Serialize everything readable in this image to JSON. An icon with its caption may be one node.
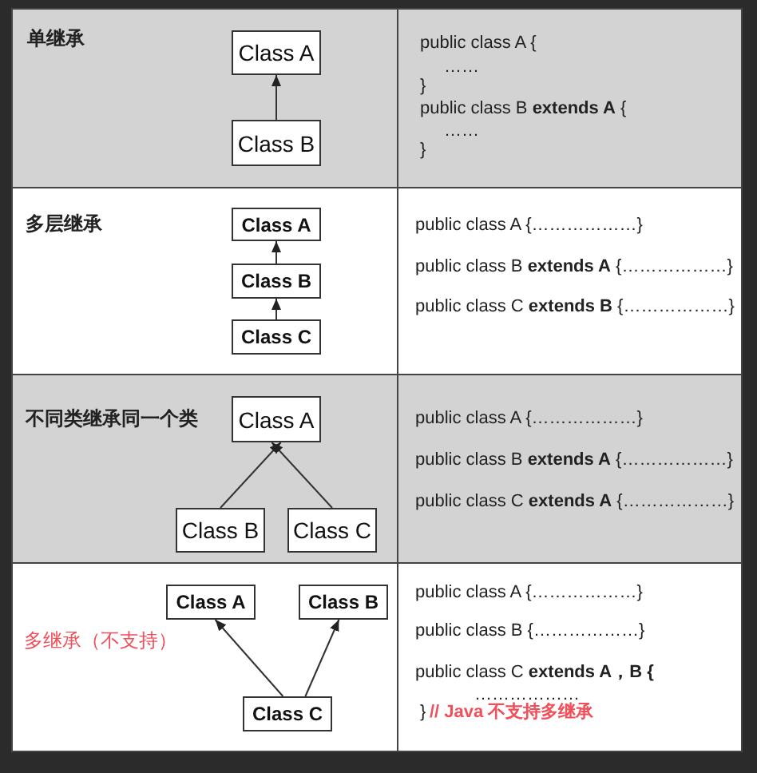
{
  "diagram": {
    "nodes": [
      {
        "text": [
          "Class A"
        ]
      },
      {
        "text": [
          "Class B"
        ]
      },
      {
        "text": [
          "Class A"
        ]
      },
      {
        "text": [
          "Class B"
        ]
      },
      {
        "text": [
          "Class C"
        ]
      },
      {
        "text": [
          "Class A"
        ]
      },
      {
        "text": [
          "Class B"
        ]
      },
      {
        "text": [
          "Class C"
        ]
      },
      {
        "text": [
          "Class A"
        ]
      },
      {
        "text": [
          "Class B"
        ]
      },
      {
        "text": [
          "Class C"
        ]
      }
    ],
    "edges": [
      {
        "from": 1,
        "to": 0,
        "arrow": "to"
      },
      {
        "from": 3,
        "to": 2,
        "arrow": "to"
      },
      {
        "from": 4,
        "to": 3,
        "arrow": "to"
      },
      {
        "from": 6,
        "to": 5,
        "arrow": "to"
      },
      {
        "from": 7,
        "to": 5,
        "arrow": "to"
      },
      {
        "from": 10,
        "to": 8,
        "arrow": "to"
      },
      {
        "from": 10,
        "to": 9,
        "arrow": "to"
      }
    ],
    "labels": [
      "单继承",
      "public class A {",
      "……",
      "}",
      "public class B **extends A** {",
      "……",
      "}",
      "多层继承",
      "public class A {………………}",
      "public class B **extends A** {………………}",
      "public class C **extends B** {………………}",
      "不同类继承同一个类",
      "public class A {………………}",
      "public class B **extends A** {………………}",
      "public class C **extends A** {………………}",
      "多继承（不支持）",
      "public class A {………………}",
      "public class B {………………}",
      "public class C **extends A，B {**",
      "………………",
      "}",
      "// Java 不支持多继承"
    ]
  }
}
